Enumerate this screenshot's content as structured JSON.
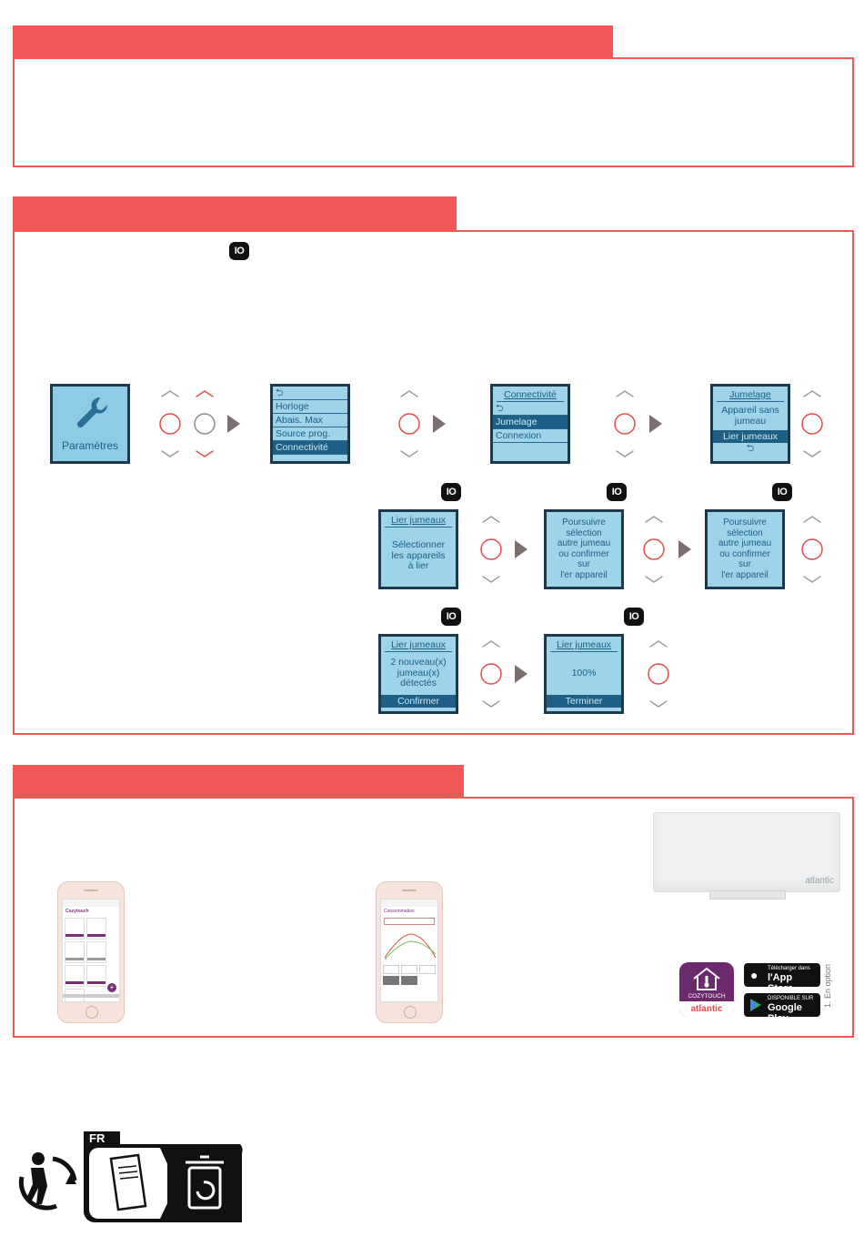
{
  "steps": {
    "s1_screen": {
      "label": "Paramètres"
    },
    "s2_menu": {
      "items": [
        "Horloge",
        "Abais. Max",
        "Source prog.",
        "Connectivité"
      ],
      "selected": 3
    },
    "s3_menu": {
      "title": "Connectivité",
      "items": [
        "Jumelage",
        "Connexion"
      ],
      "selected": 0
    },
    "s4_menu": {
      "title": "Jumelage",
      "line1": "Appareil sans",
      "line2": "jumeau",
      "selected_item": "Lier jumeaux"
    },
    "r2a": {
      "title": "Lier jumeaux",
      "l1": "Sélectionner",
      "l2": "les appareils",
      "l3": "à lier"
    },
    "r2b": {
      "l1": "Poursuivre",
      "l2": "sélection",
      "l3": "autre jumeau",
      "l4": "ou confirmer",
      "l5": "sur",
      "l6": "l'er appareil"
    },
    "r2c": {
      "l1": "Poursuivre",
      "l2": "sélection",
      "l3": "autre jumeau",
      "l4": "ou confirmer",
      "l5": "sur",
      "l6": "l'er appareil"
    },
    "r3a": {
      "title": "Lier jumeaux",
      "l1": "2 nouveau(x)",
      "l2": "jumeau(x)",
      "l3": "détectés",
      "button": "Confirmer"
    },
    "r3b": {
      "title": "Lier jumeaux",
      "value": "100%",
      "button": "Terminer"
    }
  },
  "io_badge": "IO",
  "apps": {
    "phone1_title": "Cozytouch",
    "phone2_title": "Consommation",
    "brand_watermark": "atlantic",
    "cozytouch_tile_line1": "COZYTOUCH",
    "cozytouch_tile_line2": "atlantic",
    "appstore_small": "Télécharger dans",
    "appstore_big": "l'App Store",
    "googleplay_small": "DISPONIBLE SUR",
    "googleplay_big": "Google Play",
    "footnote": "1. En option"
  },
  "recycling": {
    "country": "FR"
  },
  "colors": {
    "accent": "#f05858",
    "lcd_bg": "#9ed3ea",
    "lcd_text": "#1f5f86"
  }
}
